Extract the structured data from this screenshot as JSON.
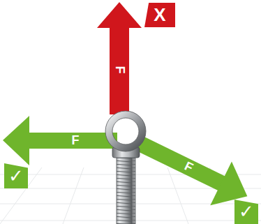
{
  "diagram": {
    "nodes": [
      {
        "text": [
          "X"
        ]
      },
      {
        "text": [
          "✓"
        ]
      },
      {
        "text": [
          "✓"
        ]
      }
    ],
    "labels": [
      "F",
      "F",
      "F"
    ]
  }
}
